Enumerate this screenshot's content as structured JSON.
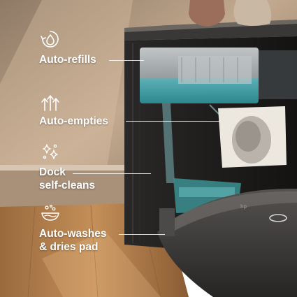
{
  "features": [
    {
      "icon": "water-drop-refill-icon",
      "label": "Auto-refills"
    },
    {
      "icon": "upward-arrows-icon",
      "label": "Auto-empties"
    },
    {
      "icon": "sparkle-icon",
      "label_line1": "Dock",
      "label_line2": "self-cleans"
    },
    {
      "icon": "washing-pad-icon",
      "label_line1": "Auto-washes",
      "label_line2": "& dries pad"
    }
  ],
  "colors": {
    "label_text": "#ffffff",
    "wall": "#b69c83",
    "floor": "#b27c48",
    "dock_body": "#1e1d1c",
    "water_tank": "#5fbcc2",
    "robot": "#3c3a39"
  }
}
